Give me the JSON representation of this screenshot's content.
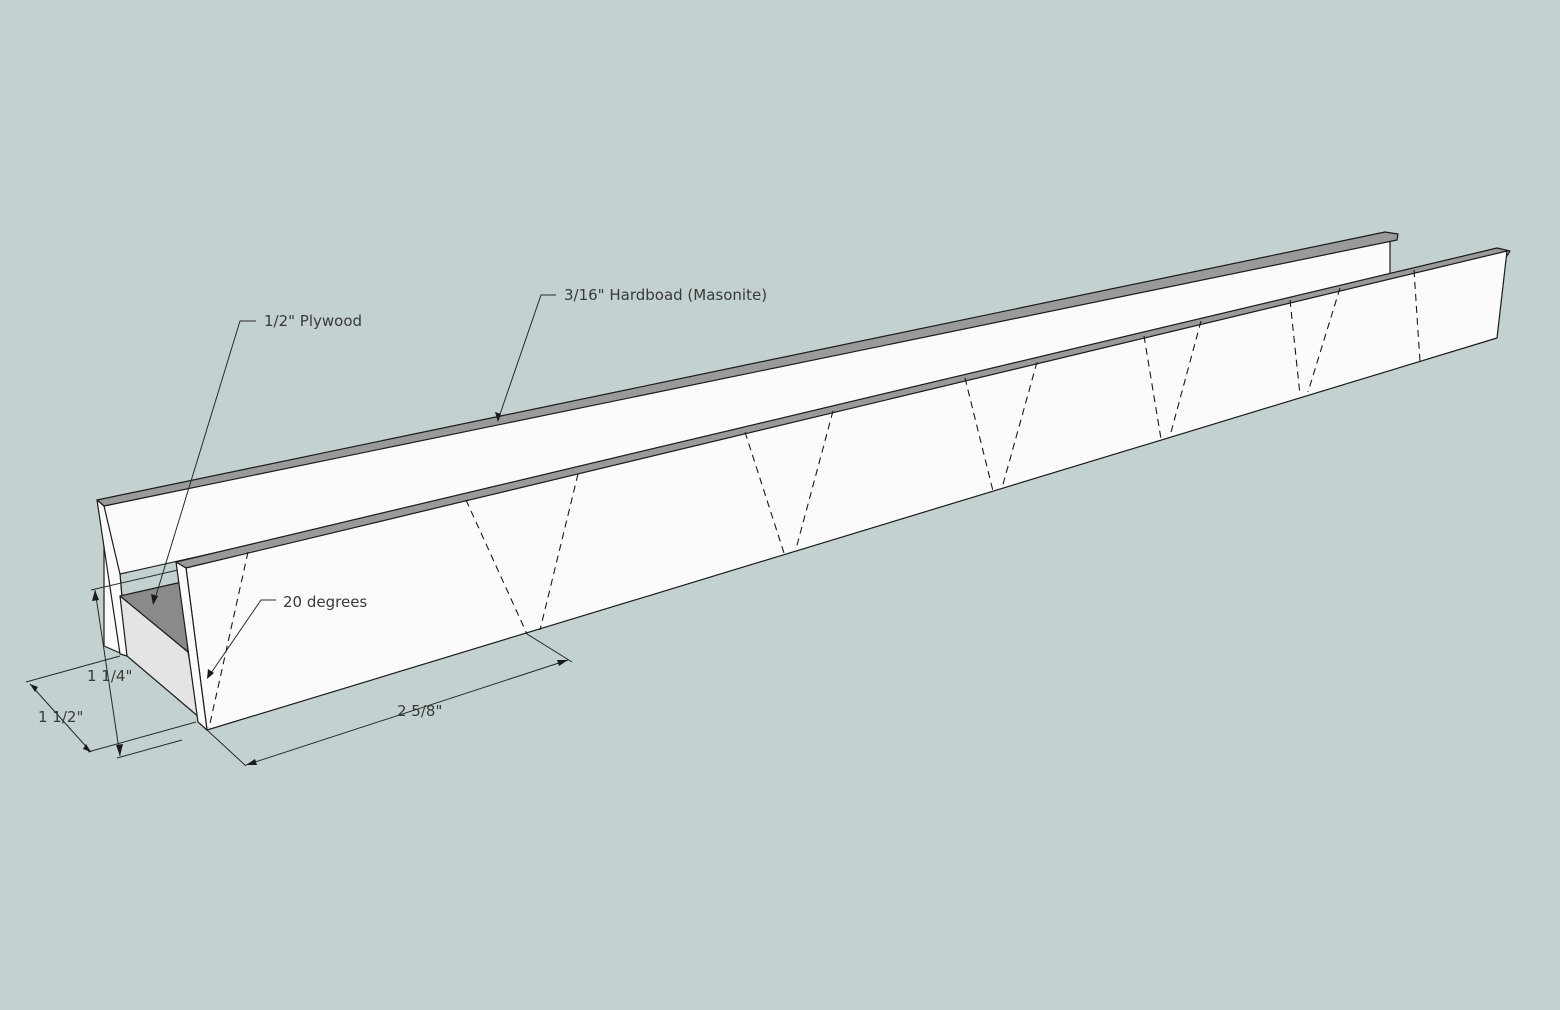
{
  "labels": {
    "hardboard": "3/16\" Hardboad (Masonite)",
    "plywood": "1/2\" Plywood",
    "angle": "20 degrees",
    "height_inner": "1 1/4\"",
    "width_base": "1 1/2\"",
    "spacing": "2 5/8\""
  },
  "colors": {
    "background": "#c3d1d1",
    "board_face": "#fbfbfb",
    "board_top_edge": "#9a9a9a",
    "plywood_top": "#8a8a8a",
    "plywood_end": "#e4e4e4"
  }
}
